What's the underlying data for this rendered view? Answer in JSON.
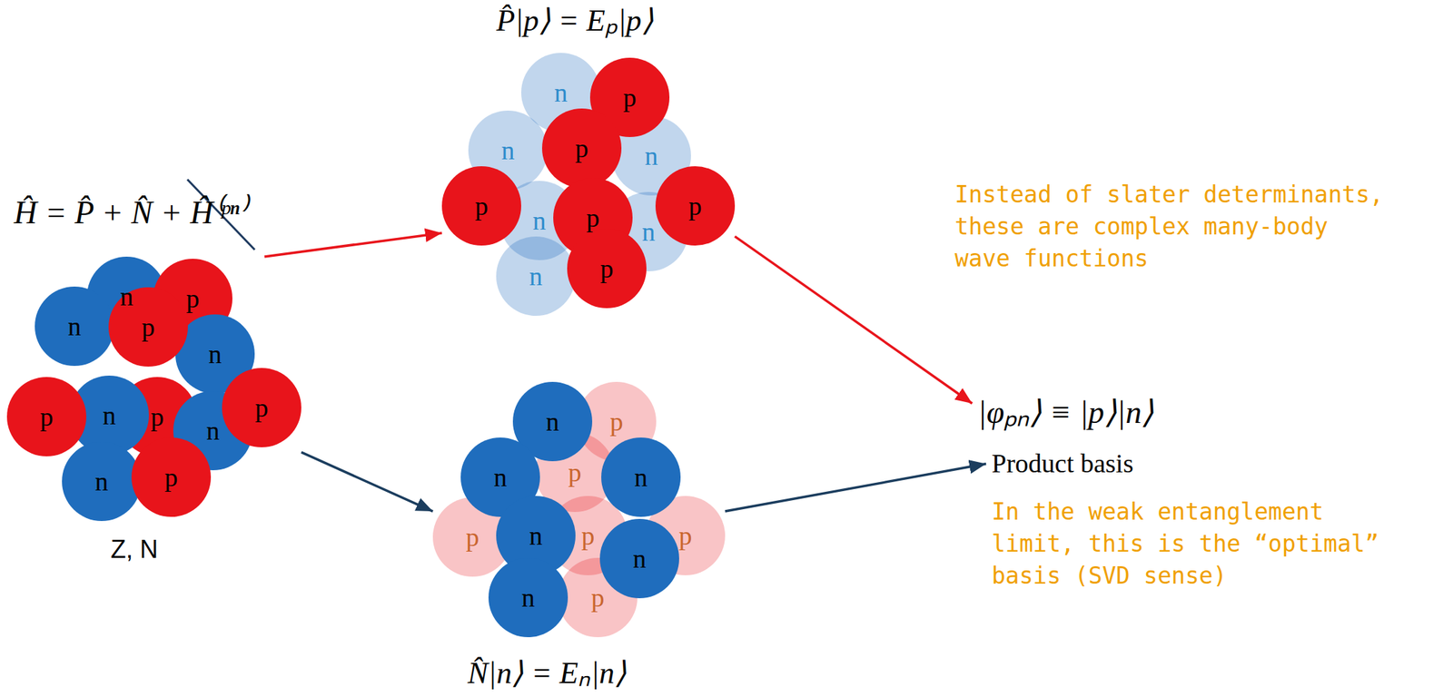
{
  "diagram": {
    "nodes": [
      {
        "text": [
          "Z, N"
        ]
      },
      {
        "text": [
          "n"
        ],
        "in": 0
      },
      {
        "text": [
          "p"
        ],
        "in": 0
      },
      {
        "text": [
          "n"
        ],
        "in": 0
      },
      {
        "text": [
          "n"
        ],
        "in": 0
      },
      {
        "text": [
          "p"
        ],
        "in": 0
      },
      {
        "text": [
          "p"
        ],
        "in": 0
      },
      {
        "text": [
          "n"
        ],
        "in": 0
      },
      {
        "text": [
          "p"
        ],
        "in": 0
      },
      {
        "text": [
          "n"
        ],
        "in": 0
      },
      {
        "text": [
          "p"
        ],
        "in": 0
      },
      {
        "text": [
          "n"
        ],
        "in": 0
      },
      {
        "text": [
          "p"
        ],
        "in": 0
      },
      {
        "text": [
          "P̂|p⟩ = Eₚ|p⟩"
        ]
      },
      {
        "text": [
          "n"
        ],
        "in": 13
      },
      {
        "text": [
          "n"
        ],
        "in": 13
      },
      {
        "text": [
          "n"
        ],
        "in": 13
      },
      {
        "text": [
          "n"
        ],
        "in": 13
      },
      {
        "text": [
          "n"
        ],
        "in": 13
      },
      {
        "text": [
          "n"
        ],
        "in": 13
      },
      {
        "text": [
          "p"
        ],
        "in": 13
      },
      {
        "text": [
          "p"
        ],
        "in": 13
      },
      {
        "text": [
          "p"
        ],
        "in": 13
      },
      {
        "text": [
          "p"
        ],
        "in": 13
      },
      {
        "text": [
          "p"
        ],
        "in": 13
      },
      {
        "text": [
          "p"
        ],
        "in": 13
      },
      {
        "text": [
          "N̂|n⟩ = Eₙ|n⟩"
        ]
      },
      {
        "text": [
          "p"
        ],
        "in": 26
      },
      {
        "text": [
          "p"
        ],
        "in": 26
      },
      {
        "text": [
          "p"
        ],
        "in": 26
      },
      {
        "text": [
          "p"
        ],
        "in": 26
      },
      {
        "text": [
          "p"
        ],
        "in": 26
      },
      {
        "text": [
          "p"
        ],
        "in": 26
      },
      {
        "text": [
          "n"
        ],
        "in": 26
      },
      {
        "text": [
          "n"
        ],
        "in": 26
      },
      {
        "text": [
          "n"
        ],
        "in": 26
      },
      {
        "text": [
          "n"
        ],
        "in": 26
      },
      {
        "text": [
          "n"
        ],
        "in": 26
      },
      {
        "text": [
          "n"
        ],
        "in": 26
      },
      {
        "text": [
          "|φₚₙ⟩ ≡ |p⟩|n⟩"
        ]
      },
      {
        "text": [
          "Product basis"
        ]
      }
    ],
    "edges": [
      {
        "from": 0,
        "to": 13,
        "arrow": "to"
      },
      {
        "from": 0,
        "to": 26,
        "arrow": "to"
      },
      {
        "from": 13,
        "to": 39,
        "arrow": "to"
      },
      {
        "from": 26,
        "to": 40,
        "arrow": "to"
      }
    ],
    "labels": [
      "Ĥ = P̂ + N̂ + Ĥ⁽ᵖⁿ⁾",
      "Instead of slater determinants, these are complex many-body wave functions",
      "In the weak entanglement limit, this is the “optimal” basis (SVD sense)"
    ]
  }
}
